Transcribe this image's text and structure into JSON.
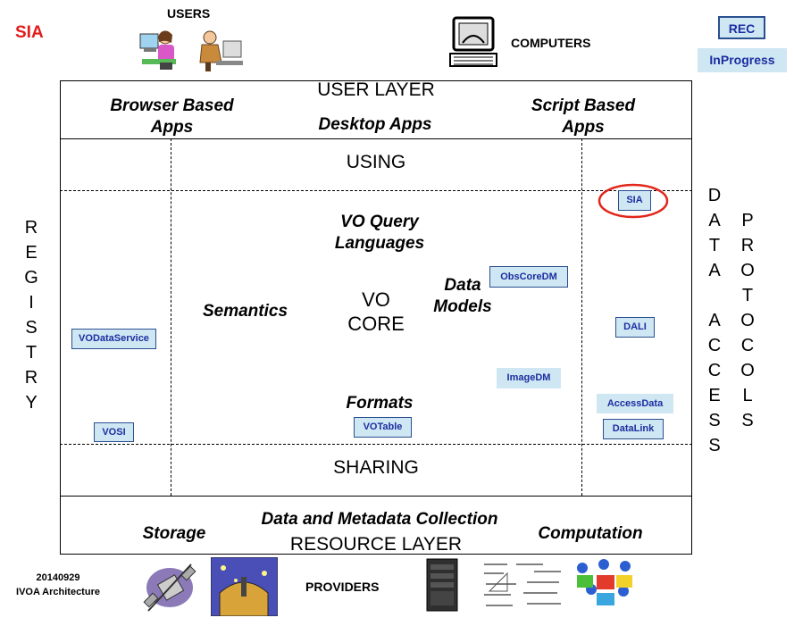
{
  "title": "SIA",
  "users_label": "USERS",
  "computers_label": "COMPUTERS",
  "providers_label": "PROVIDERS",
  "legend": {
    "rec": "REC",
    "in_progress": "InProgress"
  },
  "footer": {
    "date": "20140929",
    "name": "IVOA Architecture"
  },
  "user_layer": {
    "title": "USER LAYER",
    "browser_apps": "Browser Based Apps",
    "desktop_apps": "Desktop Apps",
    "script_apps": "Script Based Apps"
  },
  "using_label": "USING",
  "sharing_label": "SHARING",
  "core": {
    "vo_query": "VO Query Languages",
    "semantics": "Semantics",
    "vo_core": "VO CORE",
    "data_models": "Data Models",
    "formats": "Formats"
  },
  "resource_layer": {
    "title": "RESOURCE LAYER",
    "collection": "Data and Metadata Collection",
    "storage": "Storage",
    "computation": "Computation"
  },
  "registry_letters": [
    "R",
    "E",
    "G",
    "I",
    "S",
    "T",
    "R",
    "Y"
  ],
  "data_access_letters": [
    "D",
    "A",
    "T",
    "A",
    "",
    "A",
    "C",
    "C",
    "E",
    "S",
    "S"
  ],
  "protocols_letters": [
    "P",
    "R",
    "O",
    "T",
    "O",
    "C",
    "O",
    "L",
    "S"
  ],
  "standards": {
    "sia": "SIA",
    "obscoredm": "ObsCoreDM",
    "dali": "DALI",
    "imagedm": "ImageDM",
    "accessdata": "AccessData",
    "datalink": "DataLink",
    "votable": "VOTable",
    "vodataservice": "VODataService",
    "vosi": "VOSI"
  },
  "colors": {
    "title_red": "#e21b1b",
    "tag_fill": "#cfe6f3",
    "tag_text": "#1b2fa0",
    "highlight": "#e2261b"
  }
}
